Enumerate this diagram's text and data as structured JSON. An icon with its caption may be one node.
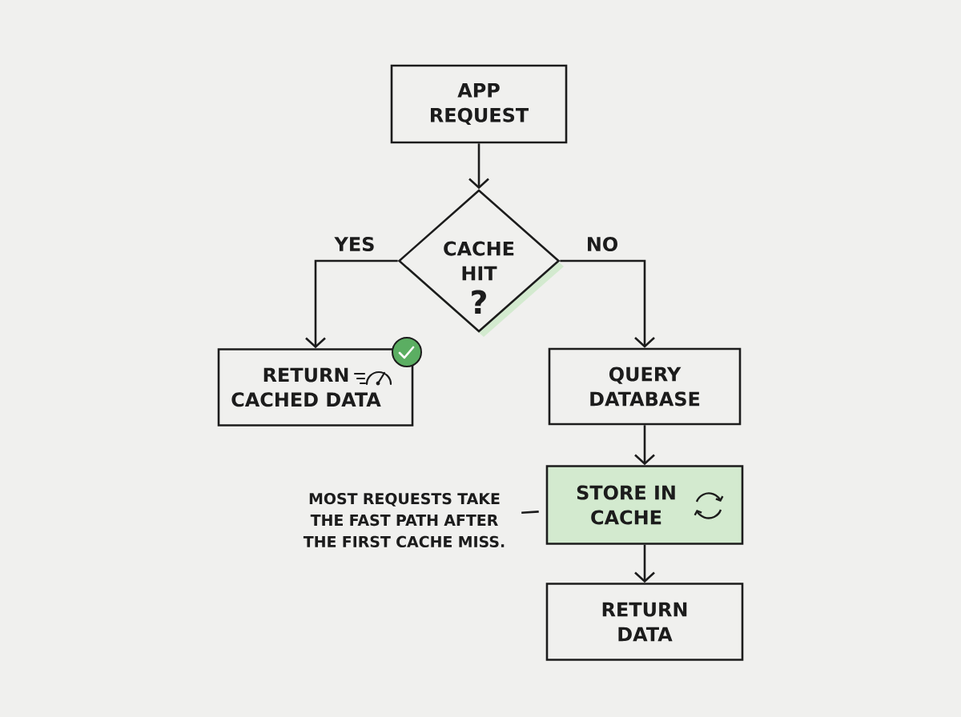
{
  "diagram": {
    "nodes": [
      {
        "text": [
          "APP REQUEST"
        ]
      },
      {
        "text": [
          "CACHE HIT",
          "?"
        ]
      },
      {
        "text": [
          "RETURN CACHED DATA"
        ]
      },
      {
        "text": [
          "QUERY DATABASE"
        ]
      },
      {
        "text": [
          "STORE IN CACHE"
        ]
      },
      {
        "text": [
          "RETURN DATA"
        ]
      },
      {
        "text": [
          "MOST REQUESTS TAKE THE FAST PATH AFTER THE FIRST CACHE MISS."
        ]
      }
    ],
    "edges": [
      {
        "from": 0,
        "to": 1,
        "arrow": "to"
      },
      {
        "from": 1,
        "to": 2,
        "arrow": "to",
        "label": "YES"
      },
      {
        "from": 1,
        "to": 3,
        "arrow": "to",
        "label": "NO"
      },
      {
        "from": 3,
        "to": 4,
        "arrow": "to"
      },
      {
        "from": 4,
        "to": 5,
        "arrow": "to"
      },
      {
        "from": 6,
        "to": 4,
        "arrow": "none"
      }
    ]
  }
}
